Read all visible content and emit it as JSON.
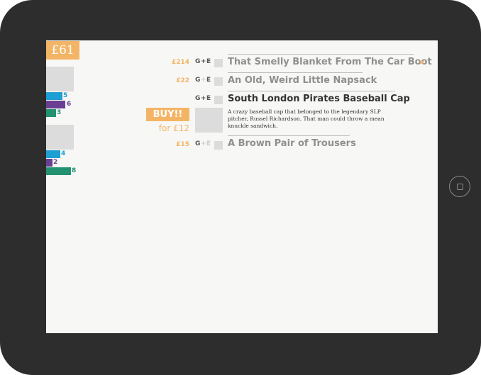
{
  "wallet": {
    "balance": "£61"
  },
  "stats": [
    {
      "values": [
        {
          "value": 5,
          "label": "5",
          "color": "#1e9fd3"
        },
        {
          "value": 6,
          "label": "6",
          "color": "#6a3f93"
        },
        {
          "value": 3,
          "label": "3",
          "color": "#239271"
        }
      ]
    },
    {
      "values": [
        {
          "value": 4,
          "label": "4",
          "color": "#1e9fd3"
        },
        {
          "value": 2,
          "label": "2",
          "color": "#6a3f93"
        },
        {
          "value": 8,
          "label": "8",
          "color": "#239271"
        }
      ]
    }
  ],
  "items": [
    {
      "price": "£214",
      "ge_g": "G",
      "ge_plus": "+",
      "ge_e": "E",
      "title": "That Smelly Blanket From The Car Boot",
      "starred": true
    },
    {
      "price": "£22",
      "ge_g": "G",
      "ge_plus": "+",
      "ge_e": "E",
      "title": "An Old, Weird Little Napsack"
    },
    {
      "price": "",
      "ge_g": "G",
      "ge_plus": "+",
      "ge_e": "E",
      "title": "South London Pirates Baseball Cap",
      "description": "A crazy baseball cap that belonged to the legendary SLP pitcher, Russel Richardson. That man could throw a mean knuckle sandwich."
    },
    {
      "price": "£15",
      "ge_g": "G",
      "ge_plus": "+",
      "ge_e": "E",
      "title": "A Brown Pair of Trousers"
    }
  ],
  "buy": {
    "label": "BUY!!",
    "price_text": "for £12"
  },
  "icons": {
    "star": "star-icon"
  }
}
